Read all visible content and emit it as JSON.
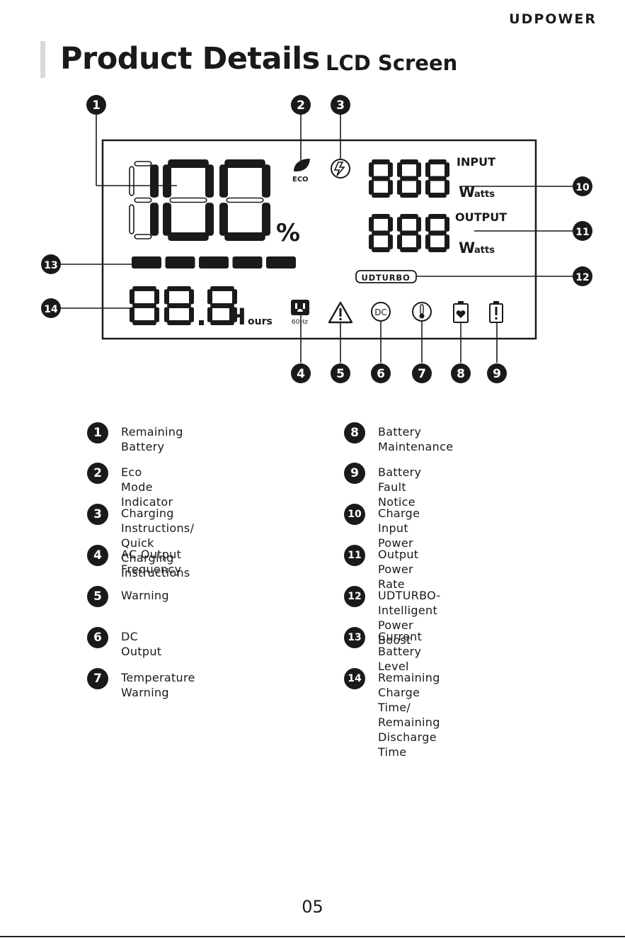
{
  "header": {
    "brand": "UDPOWER",
    "title": "Product Details",
    "subtitle": "LCD Screen"
  },
  "lcd": {
    "battery_percent": "100",
    "percent_sign": "%",
    "eco_label": "ECO",
    "input_label": "INPUT",
    "output_label": "OUTPUT",
    "watts_big": "W",
    "watts_small": "atts",
    "udturbo_label": "UDTURBO",
    "hours_big": "H",
    "hours_small": "ours",
    "freq_label": "60Hz",
    "battery_level_segments": 5
  },
  "callouts": [
    "1",
    "2",
    "3",
    "4",
    "5",
    "6",
    "7",
    "8",
    "9",
    "10",
    "11",
    "12",
    "13",
    "14"
  ],
  "legend": [
    {
      "num": "1",
      "text": "Remaining Battery"
    },
    {
      "num": "2",
      "text": "Eco Mode Indicator"
    },
    {
      "num": "3",
      "text": "Charging Instructions/\nQuick Charging Instructions"
    },
    {
      "num": "4",
      "text": "AC Output Frequency"
    },
    {
      "num": "5",
      "text": "Warning"
    },
    {
      "num": "6",
      "text": "DC Output"
    },
    {
      "num": "7",
      "text": "Temperature Warning"
    },
    {
      "num": "8",
      "text": "Battery Maintenance"
    },
    {
      "num": "9",
      "text": "Battery Fault Notice"
    },
    {
      "num": "10",
      "text": "Charge Input Power"
    },
    {
      "num": "11",
      "text": "Output Power Rate"
    },
    {
      "num": "12",
      "text": "UDTURBO-Intelligent Power Boost"
    },
    {
      "num": "13",
      "text": "Current Battery Level"
    },
    {
      "num": "14",
      "text": "Remaining Charge Time/\nRemaining Discharge Time"
    }
  ],
  "footer": {
    "page_number": "05"
  }
}
